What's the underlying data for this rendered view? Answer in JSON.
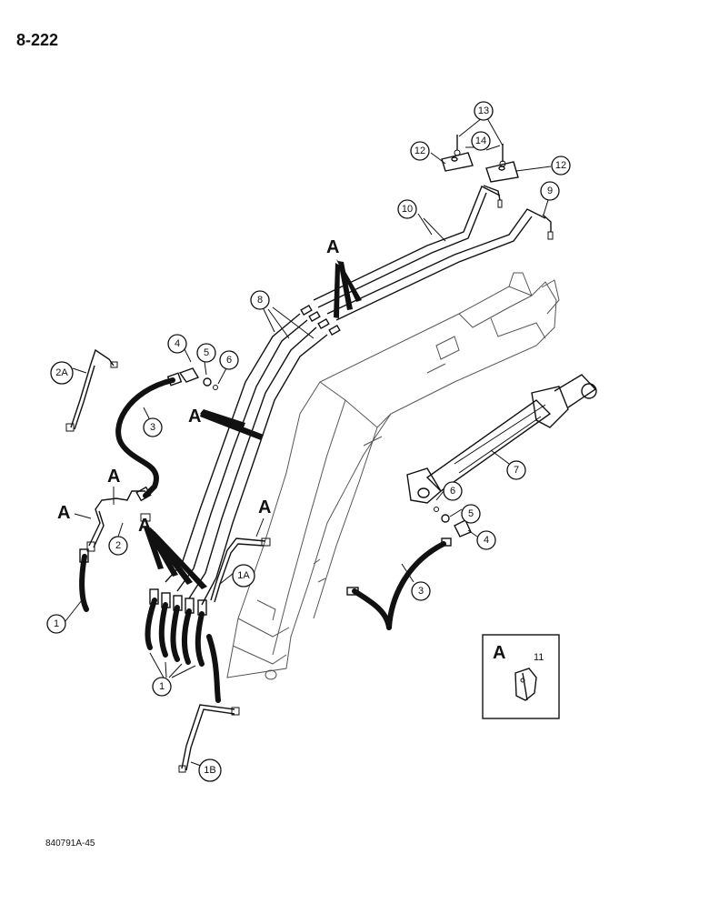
{
  "page_number": "8-222",
  "figure_code": "840791A-45",
  "callouts": {
    "c13": "13",
    "c14": "14",
    "c12a": "12",
    "c12b": "12",
    "c9": "9",
    "c10": "10",
    "c8": "8",
    "c4a": "4",
    "c5a": "5",
    "c6a": "6",
    "c2A": "2A",
    "c3a": "3",
    "c2": "2",
    "c1a": "1",
    "c1b": "1",
    "c1A": "1A",
    "c1B": "1B",
    "c7": "7",
    "c6b": "6",
    "c5b": "5",
    "c4b": "4",
    "c3b": "3"
  },
  "section_labels": {
    "a_top": "A",
    "a_mid": "A",
    "a_left1": "A",
    "a_left2": "A",
    "a_left3": "A",
    "a_center": "A"
  },
  "inset": {
    "label": "A",
    "part_number": "11"
  }
}
